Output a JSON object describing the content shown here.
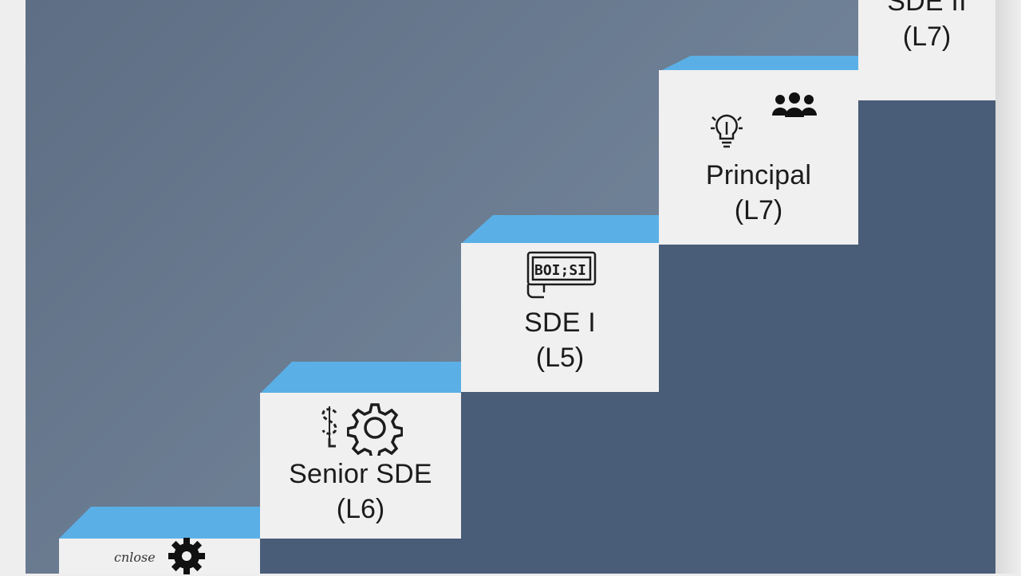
{
  "steps": [
    {
      "title": "",
      "level": "",
      "icons": [
        "scribble-text-icon",
        "gear-icon"
      ]
    },
    {
      "title": "Senior SDE",
      "level": "(L6)",
      "icons": [
        "dollar-symbol-icon",
        "gear-icon"
      ]
    },
    {
      "title": "SDE I",
      "level": "(L5)",
      "icons": [
        "document-scroll-icon"
      ]
    },
    {
      "title": "Principal",
      "level": "(L7)",
      "icons": [
        "team-icon",
        "lightbulb-icon"
      ]
    },
    {
      "title": "SDE II",
      "level": "(L7)",
      "icons": []
    }
  ],
  "icon_labels": {
    "scroll_text": "BOI;SI",
    "scribble_text": "cnlose"
  },
  "colors": {
    "backdrop": "#6f8196",
    "wall": "#4a5d78",
    "step_top": "#5ab0e6",
    "step_face": "#f0f0f0",
    "text": "#1c1c1c"
  }
}
